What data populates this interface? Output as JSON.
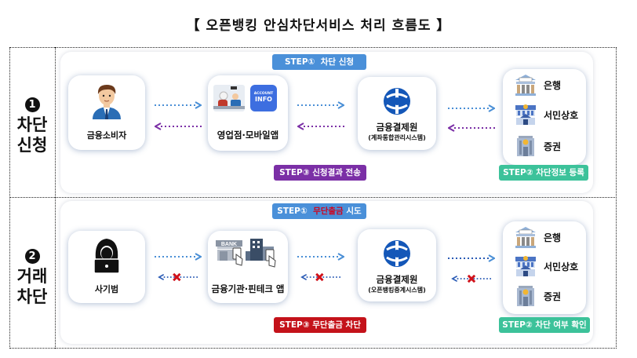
{
  "title": "【 오픈뱅킹 안심차단서비스 처리 흐름도 】",
  "colors": {
    "step1": "#4a90d9",
    "step2": "#3cc29a",
    "step3_request": "#7b2fa6",
    "step3_block": "#c4121a",
    "arrow_forward": "#4a8fd6",
    "arrow_back_request": "#7b2fa6",
    "arrow_back_block": "#2a5bb5",
    "blocked_mark": "#d0121b"
  },
  "rows": [
    {
      "number": "1",
      "label_line1": "차단",
      "label_line2": "신청",
      "step1": {
        "prefix": "STEP①",
        "text": "차단 신청",
        "highlight": "",
        "suffix": ""
      },
      "step2": {
        "text": "STEP② 차단정보 등록"
      },
      "step3": {
        "text": "STEP③  신청결과 전송"
      },
      "actor": {
        "label": "금융소비자",
        "icon": "user-icon"
      },
      "channel": {
        "label": "영업점·모바일앱",
        "icon": "branch-and-app-icon",
        "badge_line1": "ACCOUNT",
        "badge_line2": "INFO"
      },
      "hub": {
        "label": "금융결제원",
        "sub": "(계좌통합관리시스템)",
        "icon": "kftc-logo-icon"
      },
      "arrows": {
        "back_blocked": false
      },
      "institutions": [
        {
          "label": "은행",
          "icon": "bank-building-icon"
        },
        {
          "label": "서민상호",
          "icon": "savings-building-icon"
        },
        {
          "label": "증권",
          "icon": "securities-building-icon"
        }
      ]
    },
    {
      "number": "2",
      "label_line1": "거래",
      "label_line2": "차단",
      "step1": {
        "prefix": "STEP①",
        "text": "",
        "highlight": "무단출금",
        "suffix": "시도"
      },
      "step2": {
        "text": "STEP② 차단 여부 확인"
      },
      "step3": {
        "text": "STEP③  무단출금 차단"
      },
      "actor": {
        "label": "사기범",
        "icon": "hacker-icon"
      },
      "channel": {
        "label": "금융기관·핀테크 앱",
        "icon": "bank-fintech-icon",
        "badge_line1": "BANK",
        "badge_line2": ""
      },
      "hub": {
        "label": "금융결제원",
        "sub": "(오픈뱅킹중계시스템)",
        "icon": "kftc-logo-icon"
      },
      "arrows": {
        "back_blocked": true
      },
      "institutions": [
        {
          "label": "은행",
          "icon": "bank-building-icon"
        },
        {
          "label": "서민상호",
          "icon": "savings-building-icon"
        },
        {
          "label": "증권",
          "icon": "securities-building-icon"
        }
      ]
    }
  ]
}
